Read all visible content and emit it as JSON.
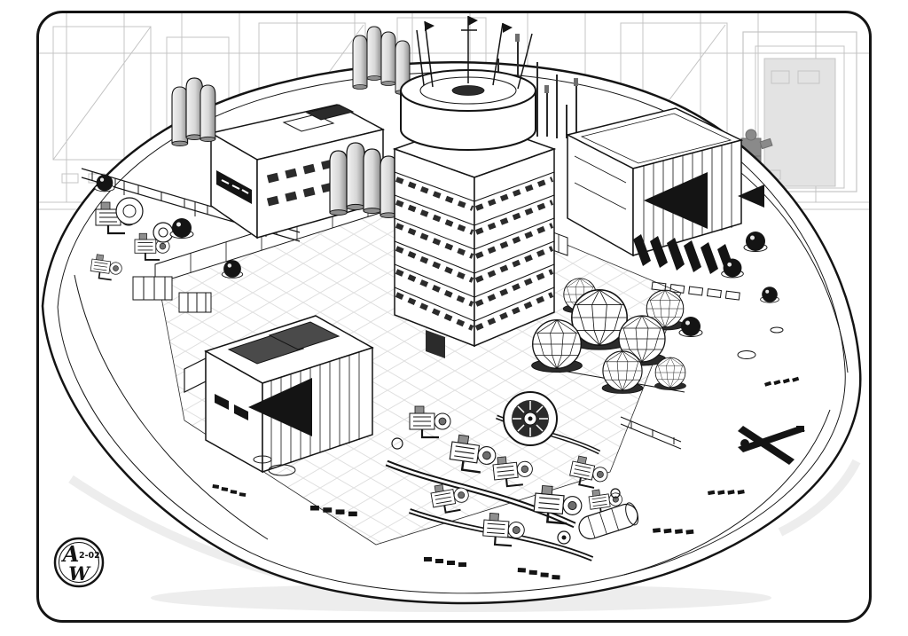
{
  "colors": {
    "ink": "#141414",
    "paper": "#ffffff",
    "backdrop": "#c4c4c4",
    "backdrop_fill": "#e3e3e3",
    "shade_dark": "#2b2b2b",
    "shade_mid": "#6e6e6e",
    "metal_light": "#f2f2f2",
    "metal_dark": "#8f8f8f",
    "roof_gray": "#4a4a4a",
    "mech_gray": "#8a8a8a",
    "floor_grid": "#dcdcdc",
    "reflection": "#ededed"
  },
  "badge": {
    "letter_top": "A",
    "number": "2-02",
    "letter_bottom": "W"
  },
  "illustration": {
    "kind": "isometric cutaway line-art",
    "subject": "saucer-shaped spacecraft cutaway with exposed interior decks and machinery",
    "parts": [
      "hull",
      "landing-pad",
      "antenna-masts",
      "command-tower",
      "tank-silos",
      "left-building",
      "starboard-hangar",
      "port-hangar",
      "hangar-arrows",
      "geodesic-domes",
      "sensor-pods",
      "hazard-stripes",
      "engine-room",
      "machinery",
      "walkway",
      "deck-hatches",
      "backdrop-hangar-wall",
      "maintenance-mech",
      "artist-badge"
    ]
  }
}
